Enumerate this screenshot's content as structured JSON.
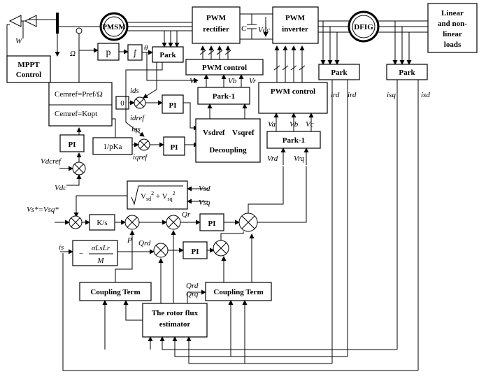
{
  "blocks": {
    "mppt": "MPPT",
    "mppt2": "Control",
    "pmsm": "PMSM",
    "pwm_rectifier_1": "PWM",
    "pwm_rectifier_2": "rectifier",
    "pwm_inverter_1": "PWM",
    "pwm_inverter_2": "inverter",
    "dfig": "DFIG",
    "loads_1": "Linear",
    "loads_2": "and non-",
    "loads_3": "linear",
    "loads_4": "loads",
    "p": "p",
    "integral": "∫",
    "park": "Park",
    "park1": "Park-1",
    "pwm_control": "PWM control",
    "zero": "0",
    "pi": "PI",
    "decoupling_1": "Vsdref",
    "decoupling_2": "Vsqref",
    "decoupling_3": "Decoupling",
    "ks": "K/s",
    "gain_den": "M",
    "coupling_term": "Coupling Term",
    "flux_est_1": "The rotor flux",
    "flux_est_2": "estimator",
    "cemref_1": "Cemref=Pref/Ω",
    "cemref_2": "Cemref=Kopt",
    "inv_pka": "1/pKa"
  },
  "signals": {
    "W": "W",
    "Omega": "Ω",
    "theta": "θ",
    "C": "C",
    "Vdc": "Vdc",
    "Va": "Va",
    "Vb": "Vb",
    "Vc": "Vc",
    "Vr": "Vr",
    "ids": "ids",
    "idref": "idref",
    "iqs": "iqs",
    "iqref": "iqref",
    "Vdcref": "Vdcref",
    "Vdc2": "Vdc",
    "Vs_eq": "Vs*=Vsq*",
    "Vsd": "Vsd",
    "Vsq": "Vsq",
    "Qr": "Qr",
    "Qrd": "Qrd",
    "Qrd2": "Qrd",
    "Qrq": "Qrq",
    "P": "P",
    "is": "is",
    "Vrd": "Vrd",
    "Vrq": "Vrq",
    "ird": "ird",
    "ird2": "ird",
    "isq": "isq",
    "isd": "isd",
    "gain_num": "σLsLr"
  }
}
